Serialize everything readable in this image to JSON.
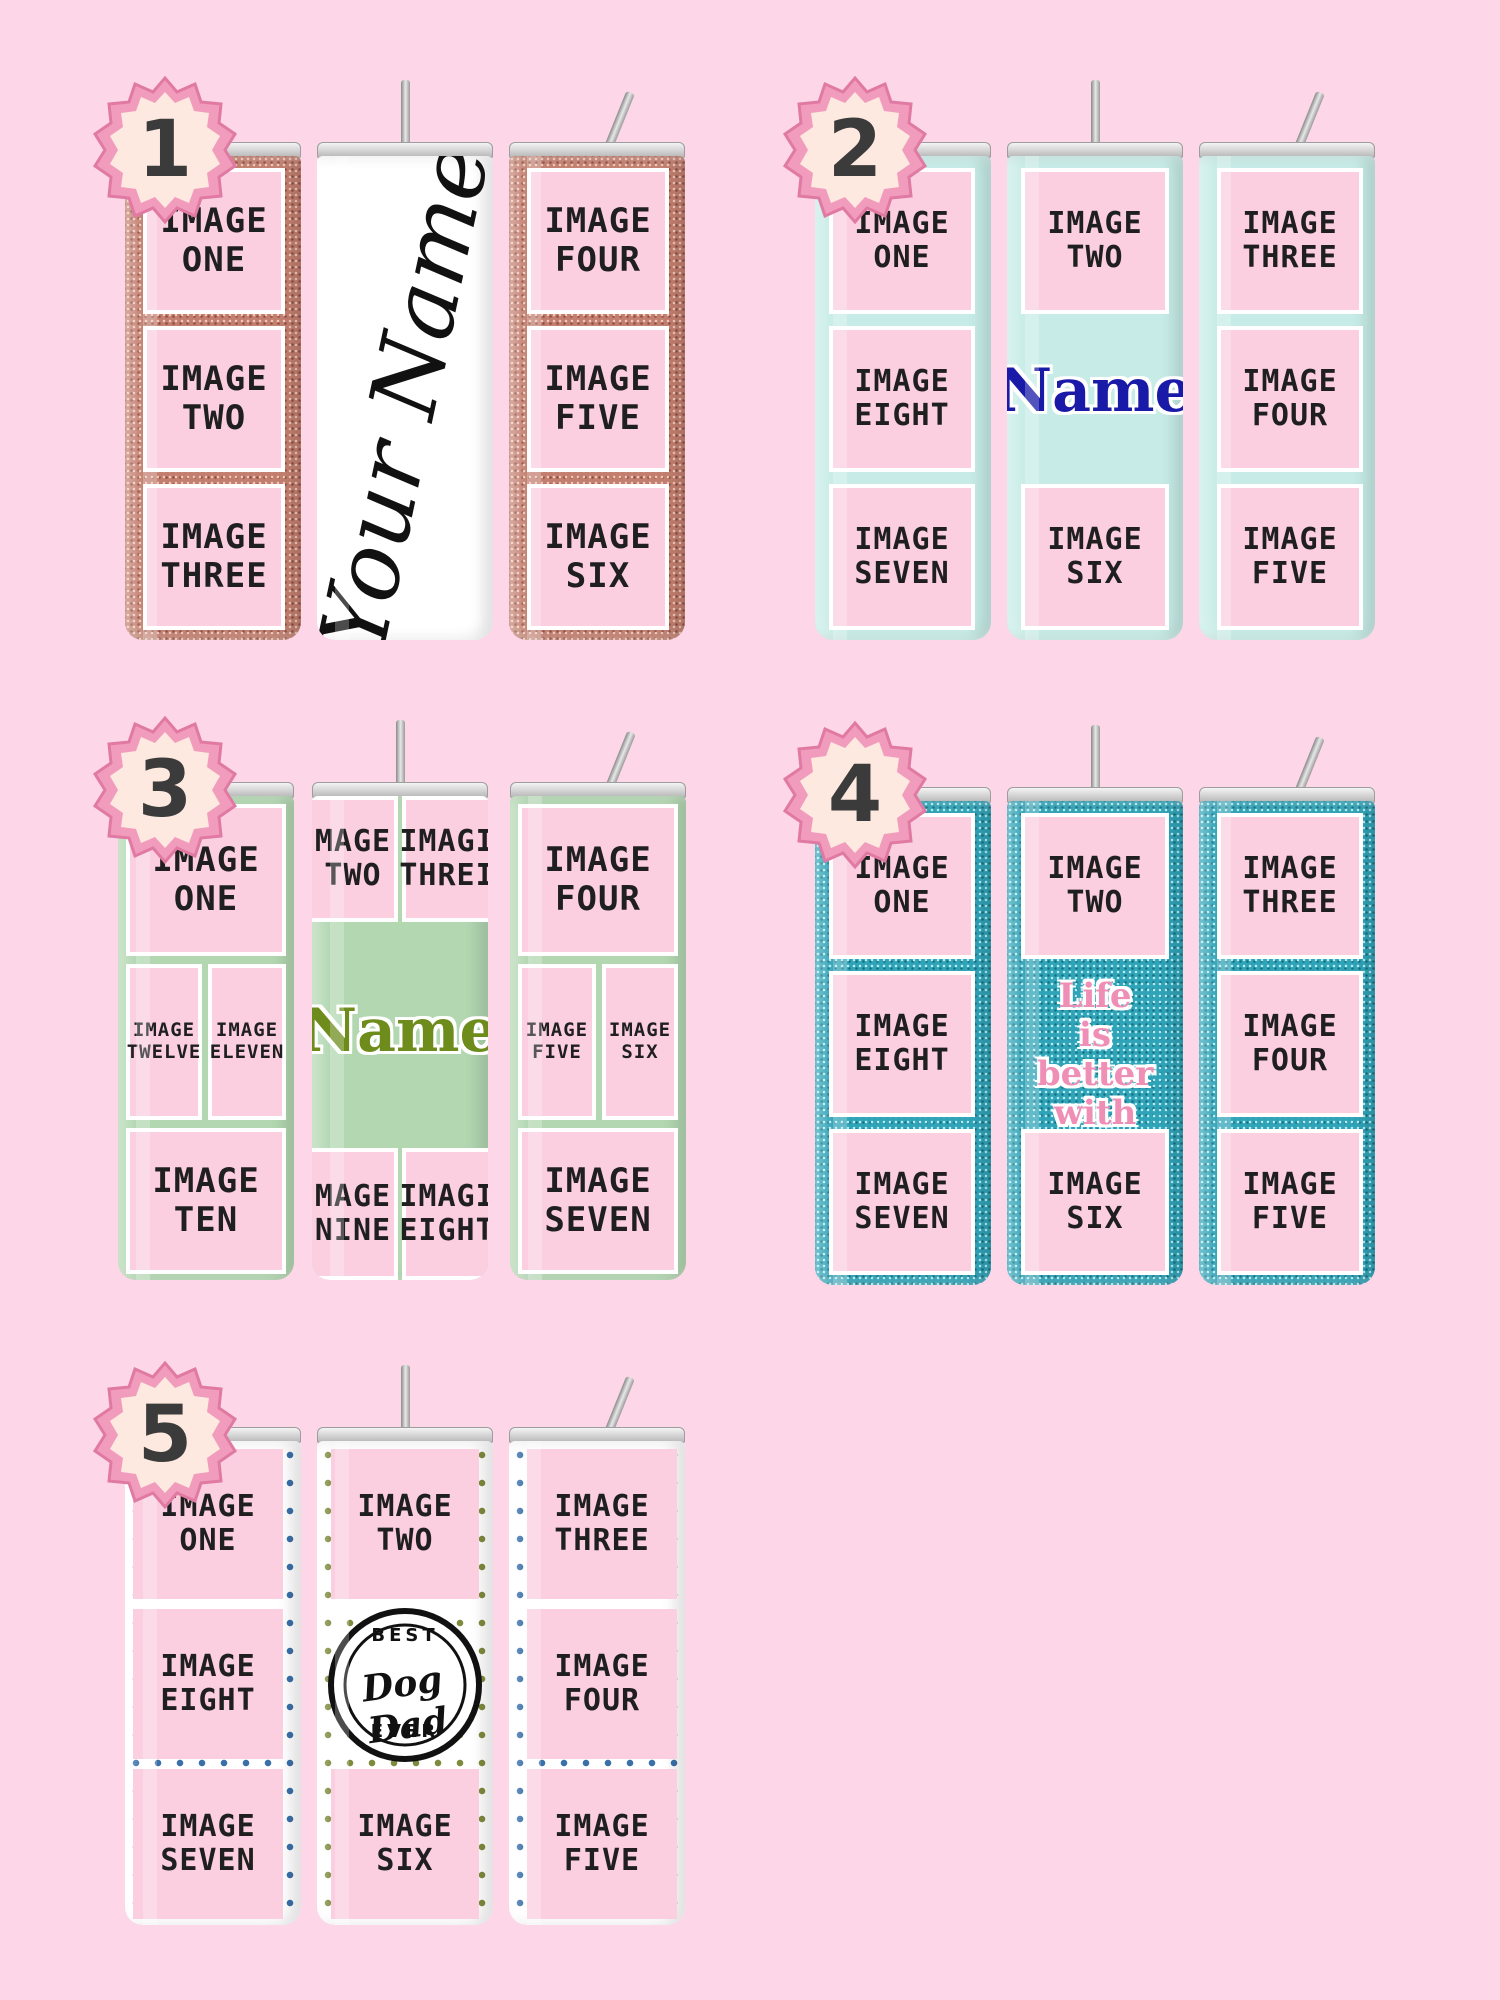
{
  "badge_colors": {
    "outer": "#f19cbd",
    "inner": "#fde9df"
  },
  "sets": [
    {
      "number": "1",
      "left_tumbler": [
        "IMAGE\nONE",
        "IMAGE\nTWO",
        "IMAGE\nTHREE"
      ],
      "center_text": "Your Name",
      "right_tumbler": [
        "IMAGE\nFOUR",
        "IMAGE\nFIVE",
        "IMAGE\nSIX"
      ]
    },
    {
      "number": "2",
      "left_tumbler": [
        "IMAGE\nONE",
        "IMAGE\nEIGHT",
        "IMAGE\nSEVEN"
      ],
      "center_top": "IMAGE\nTWO",
      "center_text": "Name",
      "center_bottom": "IMAGE\nSIX",
      "right_tumbler": [
        "IMAGE\nTHREE",
        "IMAGE\nFOUR",
        "IMAGE\nFIVE"
      ]
    },
    {
      "number": "3",
      "left_top": "IMAGE\nONE",
      "left_mid": [
        "IMAGE\nTWELVE",
        "IMAGE\nELEVEN"
      ],
      "left_bottom": "IMAGE\nTEN",
      "center_top": [
        "MAGE\nTWO",
        "IMAGI\nTHREI"
      ],
      "center_text": "Name",
      "center_bottom": [
        "MAGE\nNINE",
        "IMAGI\nEIGHT"
      ],
      "right_top": "IMAGE\nFOUR",
      "right_mid": [
        "IMAGE\nFIVE",
        "IMAGE\nSIX"
      ],
      "right_bottom": "IMAGE\nSEVEN"
    },
    {
      "number": "4",
      "left_tumbler": [
        "IMAGE\nONE",
        "IMAGE\nEIGHT",
        "IMAGE\nSEVEN"
      ],
      "center_top": "IMAGE\nTWO",
      "center_text": "Life is\nbetter with\nmy dog",
      "center_bottom": "IMAGE\nSIX",
      "right_tumbler": [
        "IMAGE\nTHREE",
        "IMAGE\nFOUR",
        "IMAGE\nFIVE"
      ]
    },
    {
      "number": "5",
      "left_tumbler": [
        "IMAGE\nONE",
        "IMAGE\nEIGHT",
        "IMAGE\nSEVEN"
      ],
      "center_top": "IMAGE\nTWO",
      "seal": {
        "top": "BEST",
        "middle": "Dog Dad",
        "bottom": "EVER"
      },
      "center_bottom": "IMAGE\nSIX",
      "right_tumbler": [
        "IMAGE\nTHREE",
        "IMAGE\nFOUR",
        "IMAGE\nFIVE"
      ]
    }
  ]
}
